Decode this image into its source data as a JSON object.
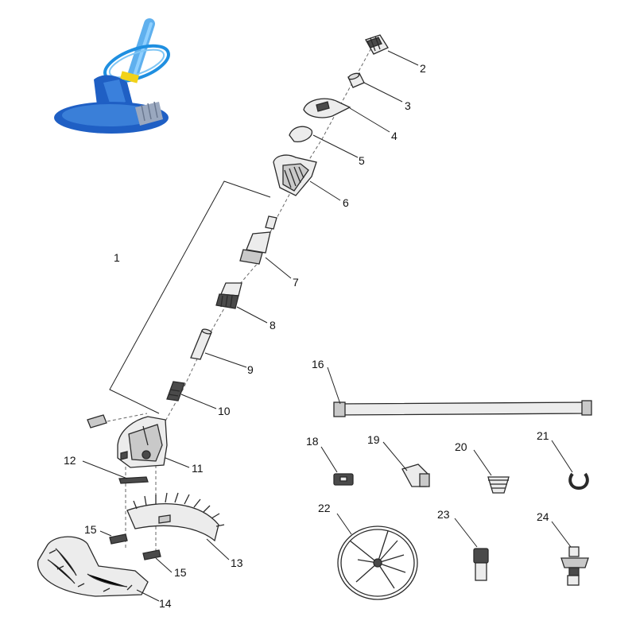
{
  "callouts": [
    {
      "id": "1",
      "label": "1"
    },
    {
      "id": "2",
      "label": "2"
    },
    {
      "id": "3",
      "label": "3"
    },
    {
      "id": "4",
      "label": "4"
    },
    {
      "id": "5",
      "label": "5"
    },
    {
      "id": "6",
      "label": "6"
    },
    {
      "id": "7",
      "label": "7"
    },
    {
      "id": "8",
      "label": "8"
    },
    {
      "id": "9",
      "label": "9"
    },
    {
      "id": "10",
      "label": "10"
    },
    {
      "id": "11",
      "label": "11"
    },
    {
      "id": "12",
      "label": "12"
    },
    {
      "id": "13",
      "label": "13"
    },
    {
      "id": "14",
      "label": "14"
    },
    {
      "id": "15a",
      "label": "15"
    },
    {
      "id": "15b",
      "label": "15"
    },
    {
      "id": "16",
      "label": "16"
    },
    {
      "id": "18",
      "label": "18"
    },
    {
      "id": "19",
      "label": "19"
    },
    {
      "id": "20",
      "label": "20"
    },
    {
      "id": "21",
      "label": "21"
    },
    {
      "id": "22",
      "label": "22"
    },
    {
      "id": "23",
      "label": "23"
    },
    {
      "id": "24",
      "label": "24"
    }
  ],
  "colors": {
    "photo_blue": "#1f5fc4",
    "photo_light_blue": "#5fb0ee",
    "photo_yellow": "#f2d21a",
    "line": "#2a2a2a"
  }
}
